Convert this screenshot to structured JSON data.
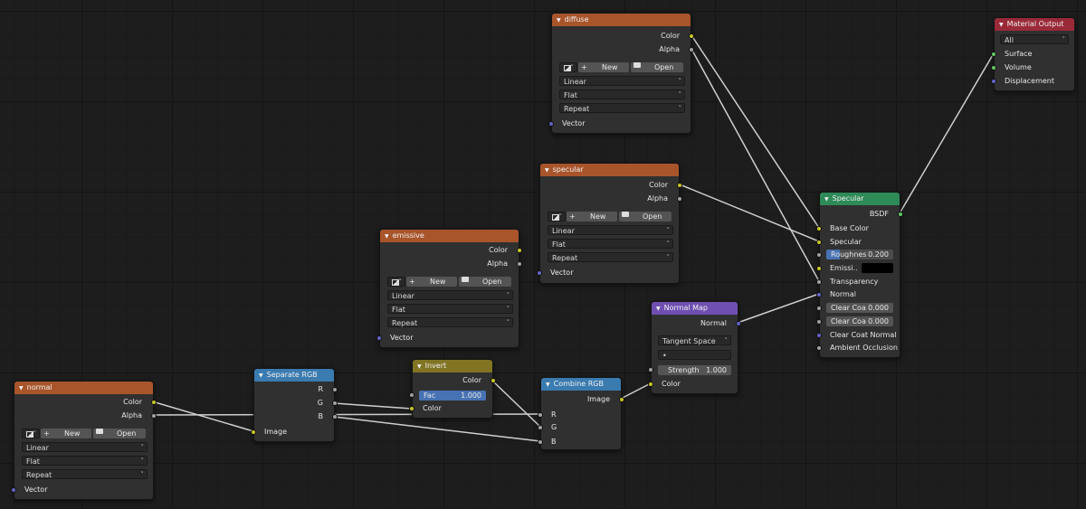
{
  "colors": {
    "texture_header": "#a8552b",
    "converter_header": "#3a7bb0",
    "color_header": "#817423",
    "vector_header": "#6f4fb1",
    "shader_header": "#2e8a57",
    "output_header": "#9a2a38",
    "socket_color": "#c7c729",
    "socket_float": "#a1a1a1",
    "socket_vector": "#6363c7",
    "socket_shader": "#63c763",
    "link": "#cfcfcf"
  },
  "texture_node": {
    "color": "Color",
    "alpha": "Alpha",
    "new": "New",
    "open": "Open",
    "interpolation": "Linear",
    "projection": "Flat",
    "extension": "Repeat",
    "vector": "Vector",
    "image_icon": "image-icon",
    "folder_icon": "folder-icon",
    "plus": "+"
  },
  "nodes": {
    "diffuse": {
      "title": "diffuse"
    },
    "specular_tex": {
      "title": "specular"
    },
    "emissive": {
      "title": "emissive"
    },
    "normal": {
      "title": "normal"
    },
    "separate_rgb": {
      "title": "Separate RGB",
      "r": "R",
      "g": "G",
      "b": "B",
      "image": "Image"
    },
    "invert": {
      "title": "Invert",
      "color_out": "Color",
      "fac_label": "Fac",
      "fac_value": "1.000",
      "color_in": "Color"
    },
    "combine_rgb": {
      "title": "Combine RGB",
      "image": "Image",
      "r": "R",
      "g": "G",
      "b": "B"
    },
    "normal_map": {
      "title": "Normal Map",
      "normal": "Normal",
      "space": "Tangent Space",
      "uv_placeholder": "•",
      "strength_label": "Strength",
      "strength_value": "1.000",
      "color": "Color"
    },
    "specular_bsdf": {
      "title": "Specular",
      "bsdf": "BSDF",
      "base_color": "Base Color",
      "specular": "Specular",
      "roughness_label": "Roughnes",
      "roughness_value": "0.200",
      "emission": "Emissi..",
      "transparency": "Transparency",
      "normal": "Normal",
      "clearcoat_label": "Clear Coa",
      "clearcoat_value": "0.000",
      "clearcoat_rough_label": "Clear Coa",
      "clearcoat_rough_value": "0.000",
      "clearcoat_normal": "Clear Coat Normal",
      "ao": "Ambient Occlusion"
    },
    "material_output": {
      "title": "Material Output",
      "target": "All",
      "surface": "Surface",
      "volume": "Volume",
      "displacement": "Displacement"
    }
  }
}
